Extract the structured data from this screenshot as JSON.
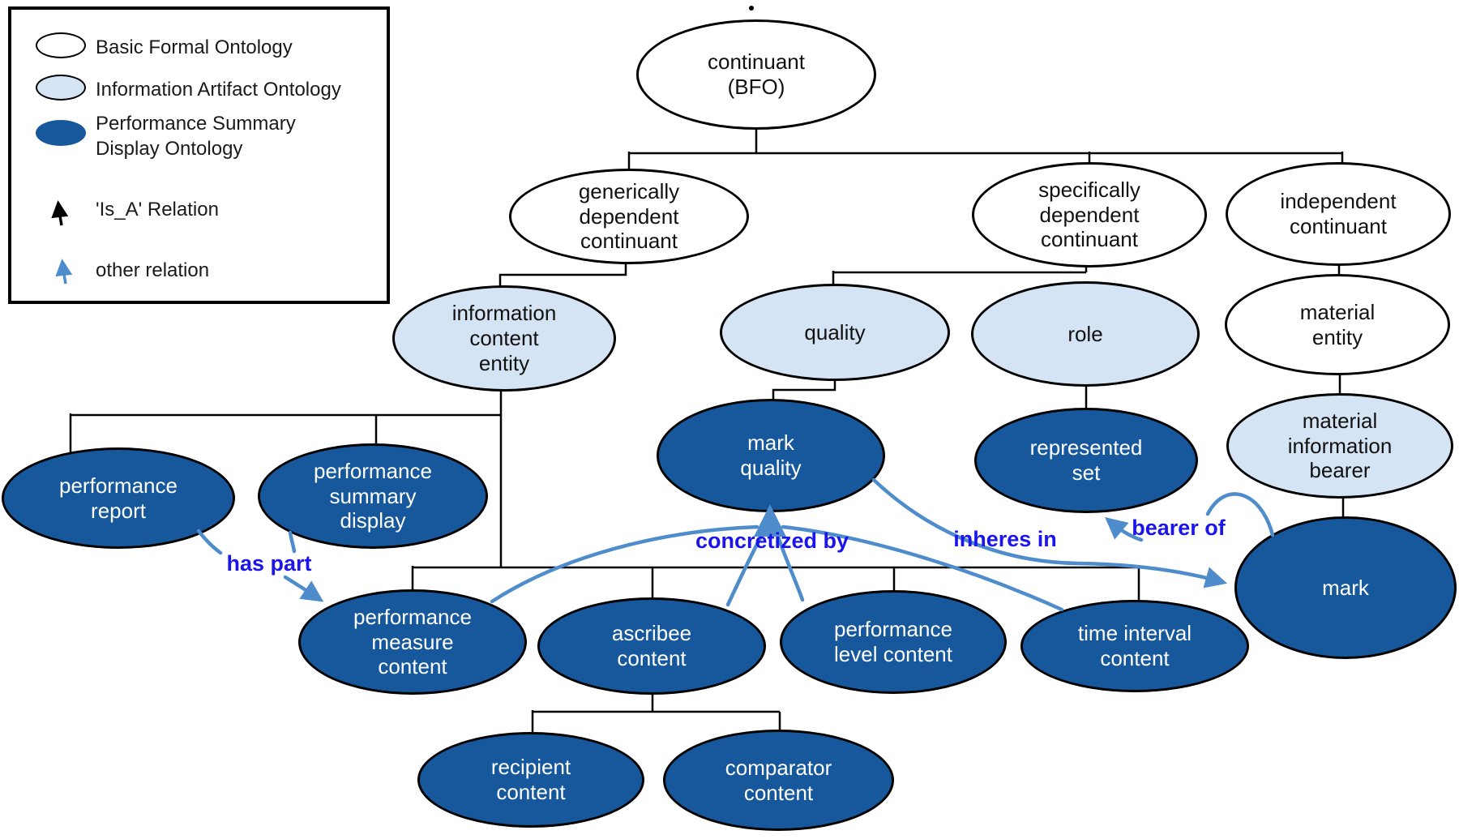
{
  "legend": {
    "items": [
      {
        "label": "Basic Formal Ontology",
        "swatch": "white-ellipse"
      },
      {
        "label": "Information Artifact Ontology",
        "swatch": "light-blue-ellipse"
      },
      {
        "label": "Performance Summary Display Ontology",
        "swatch": "dark-blue-ellipse"
      },
      {
        "label": "'Is_A' Relation",
        "swatch": "black-arrow"
      },
      {
        "label": "other relation",
        "swatch": "blue-arrow"
      }
    ]
  },
  "nodes": {
    "continuant": {
      "label": "continuant (BFO)",
      "ontology": "Basic Formal Ontology"
    },
    "gdc": {
      "label": "generically dependent continuant",
      "ontology": "Basic Formal Ontology"
    },
    "sdc": {
      "label": "specifically dependent continuant",
      "ontology": "Basic Formal Ontology"
    },
    "ic": {
      "label": "independent continuant",
      "ontology": "Basic Formal Ontology"
    },
    "ice": {
      "label": "information content entity",
      "ontology": "Information Artifact Ontology"
    },
    "quality": {
      "label": "quality",
      "ontology": "Information Artifact Ontology"
    },
    "role": {
      "label": "role",
      "ontology": "Information Artifact Ontology"
    },
    "material_entity": {
      "label": "material entity",
      "ontology": "Basic Formal Ontology"
    },
    "mib": {
      "label": "material information bearer",
      "ontology": "Information Artifact Ontology"
    },
    "mark_quality": {
      "label": "mark quality",
      "ontology": "Performance Summary Display Ontology"
    },
    "represented_set": {
      "label": "represented set",
      "ontology": "Performance Summary Display Ontology"
    },
    "mark": {
      "label": "mark",
      "ontology": "Performance Summary Display Ontology"
    },
    "performance_report": {
      "label": "performance report",
      "ontology": "Performance Summary Display Ontology"
    },
    "psd": {
      "label": "performance summary display",
      "ontology": "Performance Summary Display Ontology"
    },
    "pmc": {
      "label": "performance measure content",
      "ontology": "Performance Summary Display Ontology"
    },
    "ascribee_content": {
      "label": "ascribee content",
      "ontology": "Performance Summary Display Ontology"
    },
    "plc": {
      "label": "performance level content",
      "ontology": "Performance Summary Display Ontology"
    },
    "tic": {
      "label": "time interval content",
      "ontology": "Performance Summary Display Ontology"
    },
    "recipient_content": {
      "label": "recipient content",
      "ontology": "Performance Summary Display Ontology"
    },
    "comparator_content": {
      "label": "comparator content",
      "ontology": "Performance Summary Display Ontology"
    }
  },
  "relations": {
    "has_part": {
      "label": "has part",
      "from": [
        "performance report",
        "performance summary display"
      ],
      "to": "performance measure content"
    },
    "concretized_by": {
      "label": "concretized by",
      "from": [
        "performance measure content",
        "ascribee content",
        "performance level content",
        "time interval content"
      ],
      "to": "mark quality"
    },
    "inheres_in": {
      "label": "inheres in",
      "from": "mark quality",
      "to": "mark"
    },
    "bearer_of": {
      "label": "bearer of",
      "from": "mark",
      "to": "represented set"
    }
  },
  "is_a_edges": [
    [
      "generically dependent continuant",
      "continuant (BFO)"
    ],
    [
      "specifically dependent continuant",
      "continuant (BFO)"
    ],
    [
      "independent continuant",
      "continuant (BFO)"
    ],
    [
      "information content entity",
      "generically dependent continuant"
    ],
    [
      "quality",
      "specifically dependent continuant"
    ],
    [
      "role",
      "specifically dependent continuant"
    ],
    [
      "material entity",
      "independent continuant"
    ],
    [
      "material information bearer",
      "material entity"
    ],
    [
      "mark",
      "material information bearer"
    ],
    [
      "mark quality",
      "quality"
    ],
    [
      "represented set",
      "role"
    ],
    [
      "performance report",
      "information content entity"
    ],
    [
      "performance summary display",
      "information content entity"
    ],
    [
      "performance measure content",
      "information content entity"
    ],
    [
      "ascribee content",
      "information content entity"
    ],
    [
      "performance level content",
      "information content entity"
    ],
    [
      "time interval content",
      "information content entity"
    ],
    [
      "recipient content",
      "ascribee content"
    ],
    [
      "comparator content",
      "ascribee content"
    ]
  ],
  "colors": {
    "bfo_fill": "#FFFFFF",
    "iao_fill": "#D5E4F4",
    "psdo_fill": "#16589B",
    "outline": "#000000",
    "relation_arrow": "#4E8CCB",
    "relation_label": "#1B15EB"
  }
}
